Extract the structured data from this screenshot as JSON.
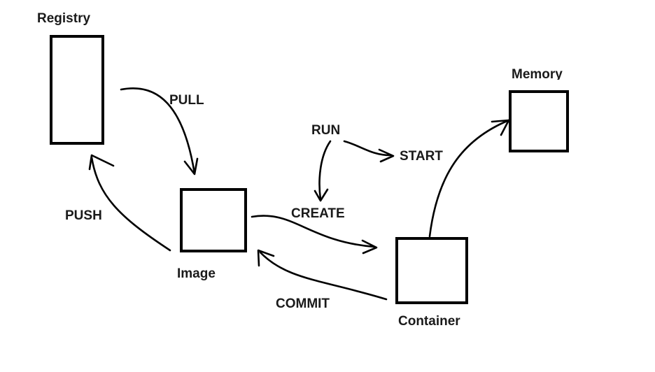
{
  "labels": {
    "registry": "Registry",
    "image": "Image",
    "container": "Container",
    "memory": "Memory",
    "pull": "PULL",
    "push": "PUSH",
    "run": "RUN",
    "start": "START",
    "create": "CREATE",
    "commit": "COMMIT"
  }
}
